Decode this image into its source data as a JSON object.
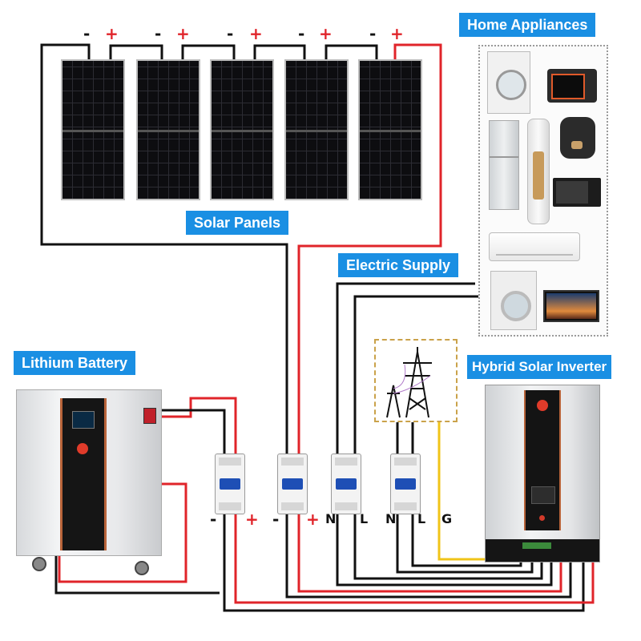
{
  "labels": {
    "home_appliances": "Home Appliances",
    "solar_panels": "Solar Panels",
    "electric_supply": "Electric Supply",
    "lithium_battery": "Lithium Battery",
    "hybrid_solar_inverter": "Hybrid Solar Inverter"
  },
  "panel_polarity": {
    "negative": "-",
    "positive": "+"
  },
  "battery_polarity": {
    "negative": "-",
    "positive": "+"
  },
  "pv_polarity": {
    "negative": "-",
    "positive": "+"
  },
  "grid_terminals": [
    "N",
    "L"
  ],
  "output_terminals": [
    "N",
    "L",
    "G"
  ],
  "colors": {
    "label_bg": "#1a8fe3",
    "wire_positive": "#e0242a",
    "wire_negative": "#111111",
    "wire_ground": "#f0c419",
    "grid_border": "#caa24a",
    "breaker_handle": "#1e4fb5"
  },
  "icons": {
    "panels": "solar-panel-icon",
    "battery": "battery-icon",
    "inverter": "inverter-icon",
    "grid": "transmission-tower-icon",
    "breaker": "circuit-breaker-icon"
  }
}
